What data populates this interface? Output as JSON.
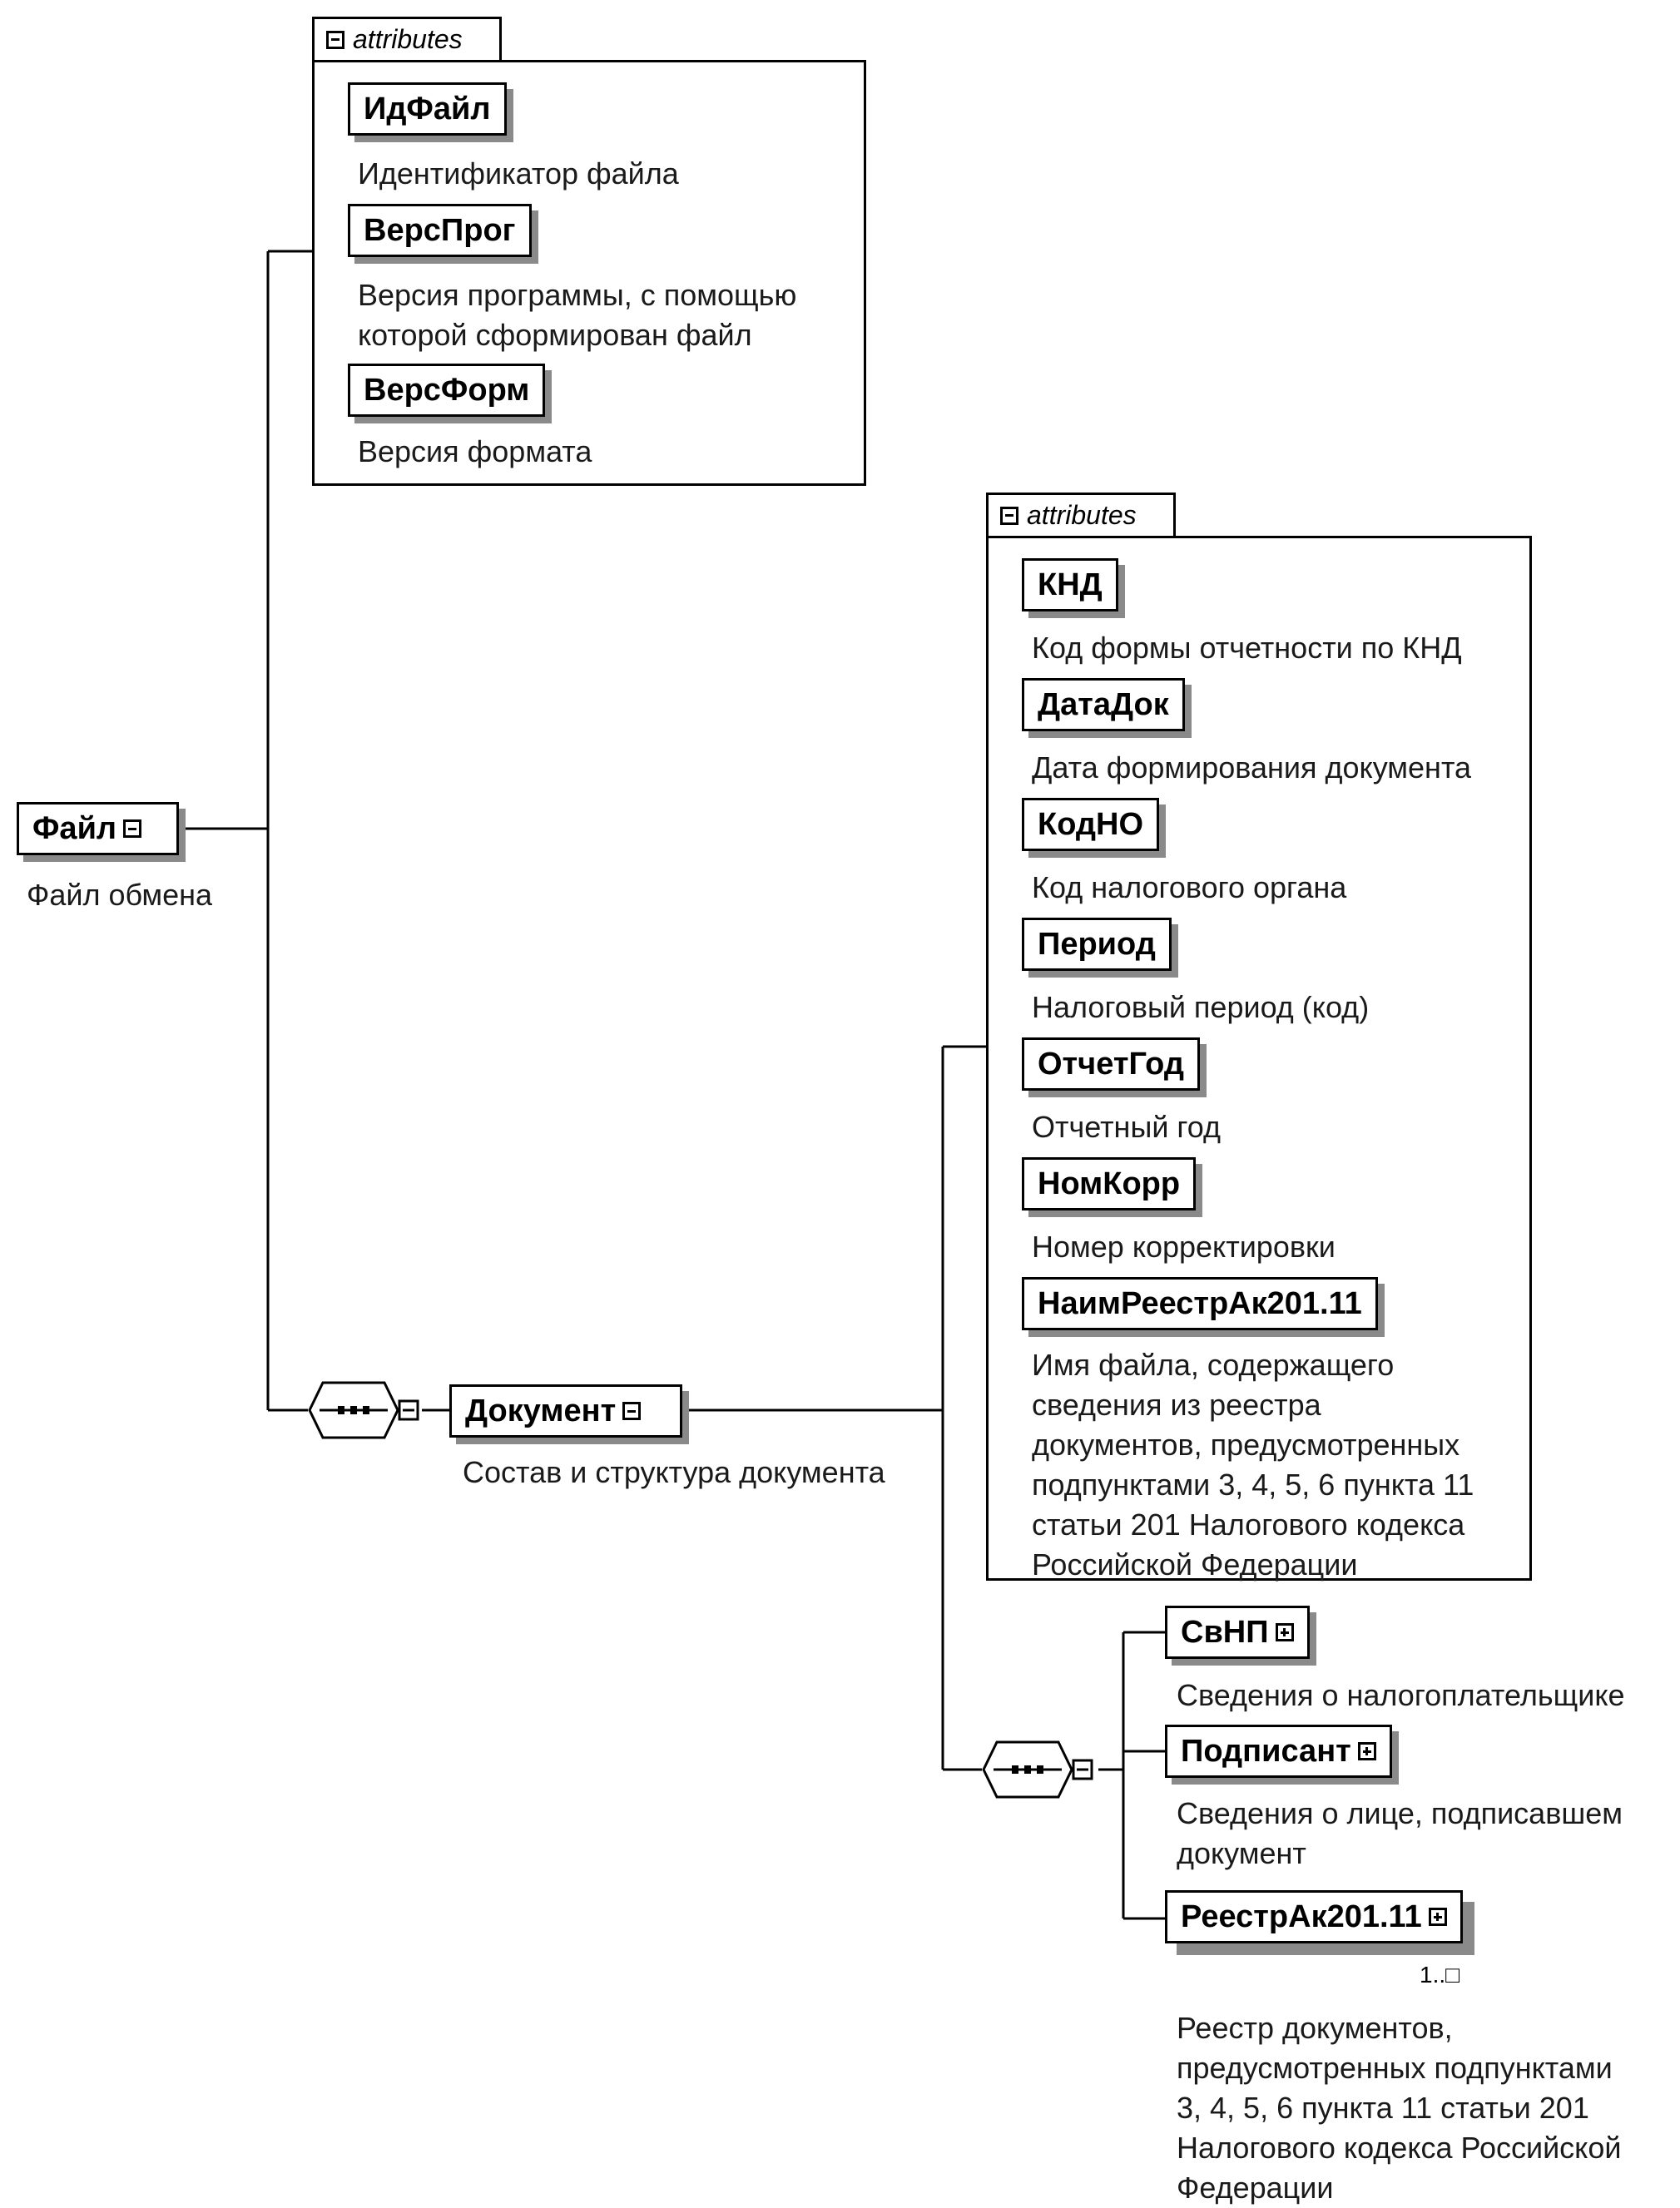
{
  "root": {
    "name": "Файл",
    "desc": "Файл обмена"
  },
  "root_attributes": {
    "label": "attributes",
    "items": [
      {
        "name": "ИдФайл",
        "desc": [
          "Идентификатор файла"
        ]
      },
      {
        "name": "ВерсПрог",
        "desc": [
          "Версия программы, с помощью",
          "которой сформирован файл"
        ]
      },
      {
        "name": "ВерсФорм",
        "desc": [
          "Версия формата"
        ]
      }
    ]
  },
  "document": {
    "name": "Документ",
    "desc": "Состав и структура документа"
  },
  "document_attributes": {
    "label": "attributes",
    "items": [
      {
        "name": "КНД",
        "desc": [
          "Код формы отчетности по КНД"
        ]
      },
      {
        "name": "ДатаДок",
        "desc": [
          "Дата формирования документа"
        ]
      },
      {
        "name": "КодНО",
        "desc": [
          "Код налогового органа"
        ]
      },
      {
        "name": "Период",
        "desc": [
          "Налоговый период (код)"
        ]
      },
      {
        "name": "ОтчетГод",
        "desc": [
          "Отчетный год"
        ]
      },
      {
        "name": "НомКорр",
        "desc": [
          "Номер корректировки"
        ]
      },
      {
        "name": "НаимРеестрАк201.11",
        "desc": [
          "Имя файла, содержащего",
          "сведения из реестра",
          "документов, предусмотренных",
          "подпунктами 3, 4, 5, 6 пункта 11",
          "статьи 201 Налогового кодекса",
          "Российской Федерации"
        ]
      }
    ]
  },
  "document_children": [
    {
      "name": "СвНП",
      "desc": [
        "Сведения о налогоплательщике"
      ]
    },
    {
      "name": "Подписант",
      "desc": [
        "Сведения о лице, подписавшем",
        "документ"
      ]
    },
    {
      "name": "РеестрАк201.11",
      "cardinality": "1..□",
      "desc": [
        "Реестр документов,",
        "предусмотренных подпунктами",
        "3, 4, 5, 6 пункта 11 статьи 201",
        "Налогового кодекса Российской",
        "Федерации"
      ]
    }
  ]
}
